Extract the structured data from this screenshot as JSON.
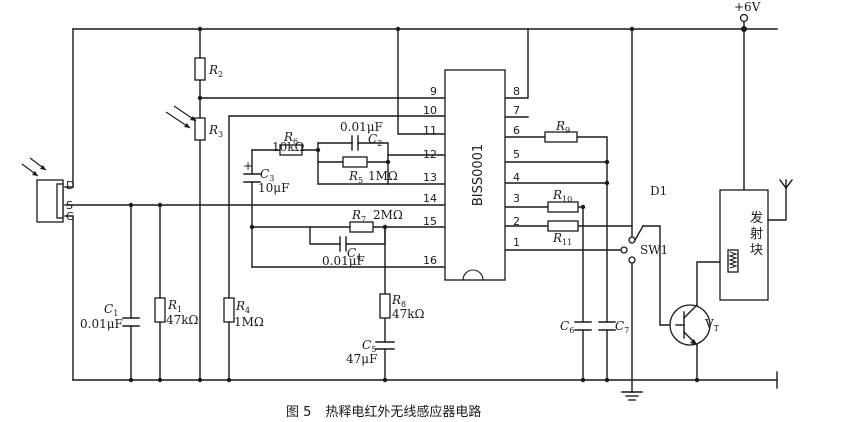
{
  "supply": "+6V",
  "ic": {
    "name": "BISS0001",
    "pins_left": [
      "9",
      "10",
      "11",
      "12",
      "13",
      "14",
      "15",
      "16"
    ],
    "pins_right": [
      "8",
      "7",
      "6",
      "5",
      "4",
      "3",
      "2",
      "1"
    ]
  },
  "sensor": {
    "pins": [
      "D",
      "S",
      "G"
    ]
  },
  "components": {
    "R1": {
      "name": "R",
      "sub": "1",
      "value": "47kΩ"
    },
    "R2": {
      "name": "R",
      "sub": "2"
    },
    "R3": {
      "name": "R",
      "sub": "3"
    },
    "R4": {
      "name": "R",
      "sub": "4",
      "value": "1MΩ"
    },
    "R5": {
      "name": "R",
      "sub": "5",
      "value": "1MΩ"
    },
    "R6": {
      "name": "R",
      "sub": "6",
      "value": "10kΩ"
    },
    "R7": {
      "name": "R",
      "sub": "7",
      "value": "2MΩ"
    },
    "R8": {
      "name": "R",
      "sub": "8",
      "value": "47kΩ"
    },
    "R9": {
      "name": "R",
      "sub": "9"
    },
    "R10": {
      "name": "R",
      "sub": "10"
    },
    "R11": {
      "name": "R",
      "sub": "11"
    },
    "C1": {
      "name": "C",
      "sub": "1",
      "value": "0.01μF"
    },
    "C2": {
      "name": "C",
      "sub": "2",
      "value": "0.01μF"
    },
    "C3": {
      "name": "C",
      "sub": "3",
      "value": "10μF"
    },
    "C4": {
      "name": "C",
      "sub": "4",
      "value": "0.01μF"
    },
    "C5": {
      "name": "C",
      "sub": "5",
      "value": "47μF"
    },
    "C6": {
      "name": "C",
      "sub": "6"
    },
    "C7": {
      "name": "C",
      "sub": "7"
    },
    "D1": {
      "name": "D1"
    },
    "SW1": {
      "name": "SW1"
    },
    "VT": {
      "name": "V",
      "sub": "T"
    },
    "TX": {
      "chars": [
        "发",
        "射",
        "块"
      ]
    }
  },
  "polarity": "+",
  "caption": {
    "number": "图 5",
    "text": "热释电红外无线感应器电路"
  }
}
